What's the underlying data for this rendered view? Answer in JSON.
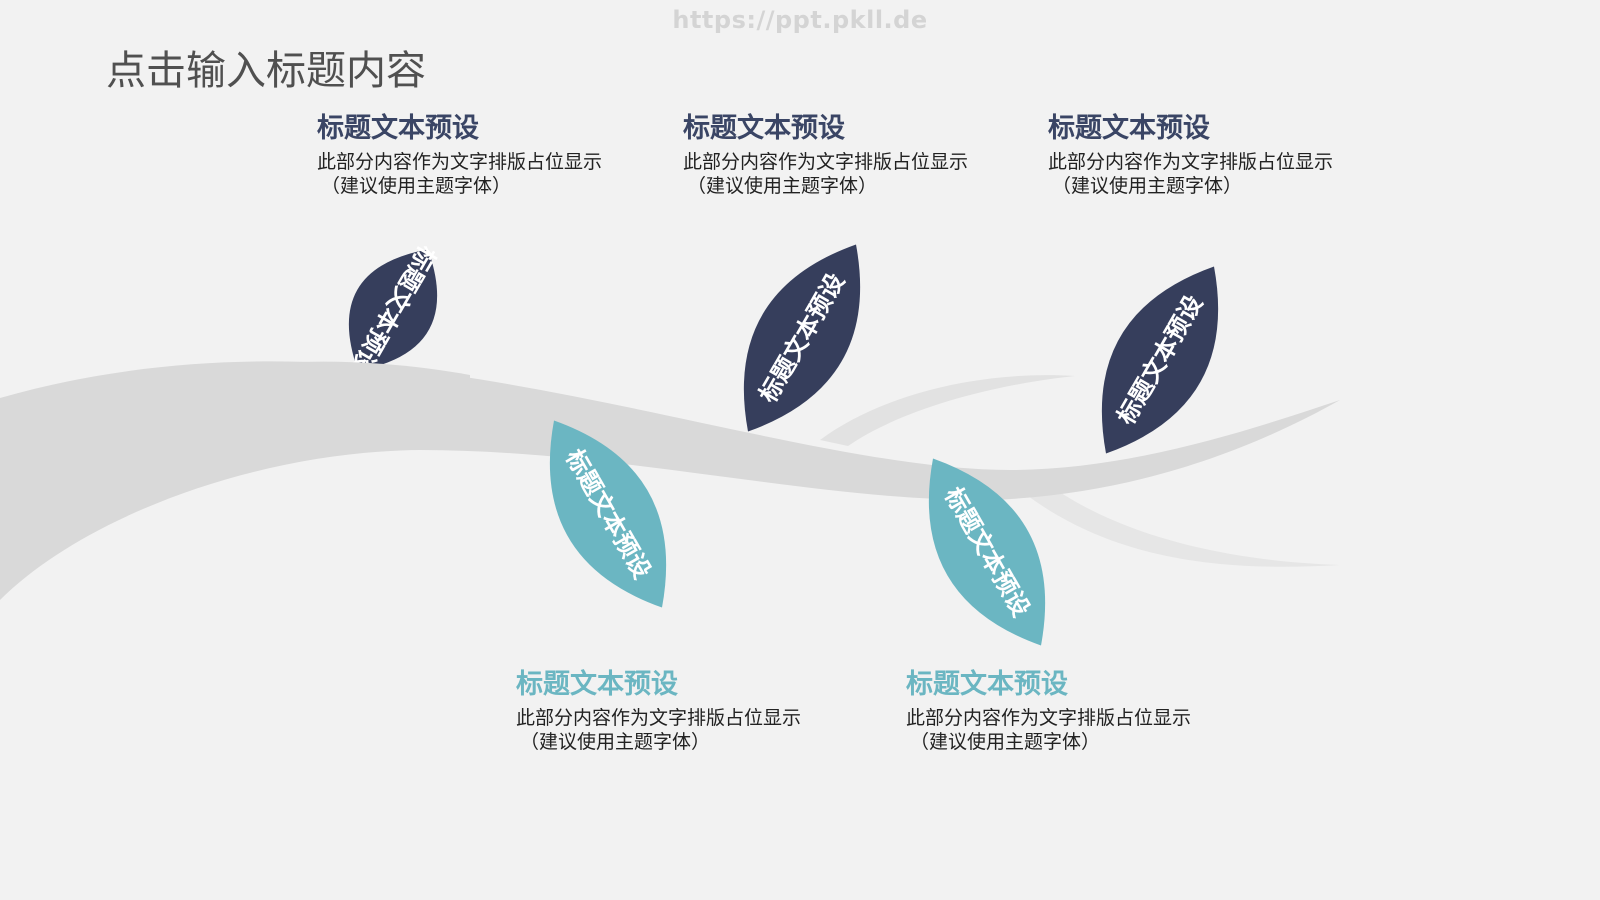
{
  "watermark": "https://ppt.pkll.de",
  "page_title": "点击输入标题内容",
  "colors": {
    "dark": "#363e5c",
    "teal": "#6bb6c2",
    "branch": "#d9d9d9",
    "background": "#f2f2f2"
  },
  "leaves": [
    {
      "label": "标题文本预设",
      "color": "dark"
    },
    {
      "label": "标题文本预设",
      "color": "teal"
    },
    {
      "label": "标题文本预设",
      "color": "dark"
    },
    {
      "label": "标题文本预设",
      "color": "teal"
    },
    {
      "label": "标题文本预设",
      "color": "dark"
    }
  ],
  "items": [
    {
      "heading": "标题文本预设",
      "body": "此部分内容作为文字排版占位显示",
      "note": "（建议使用主题字体）"
    },
    {
      "heading": "标题文本预设",
      "body": "此部分内容作为文字排版占位显示",
      "note": "（建议使用主题字体）"
    },
    {
      "heading": "标题文本预设",
      "body": "此部分内容作为文字排版占位显示",
      "note": "（建议使用主题字体）"
    },
    {
      "heading": "标题文本预设",
      "body": "此部分内容作为文字排版占位显示",
      "note": "（建议使用主题字体）"
    },
    {
      "heading": "标题文本预设",
      "body": "此部分内容作为文字排版占位显示",
      "note": "（建议使用主题字体）"
    }
  ]
}
